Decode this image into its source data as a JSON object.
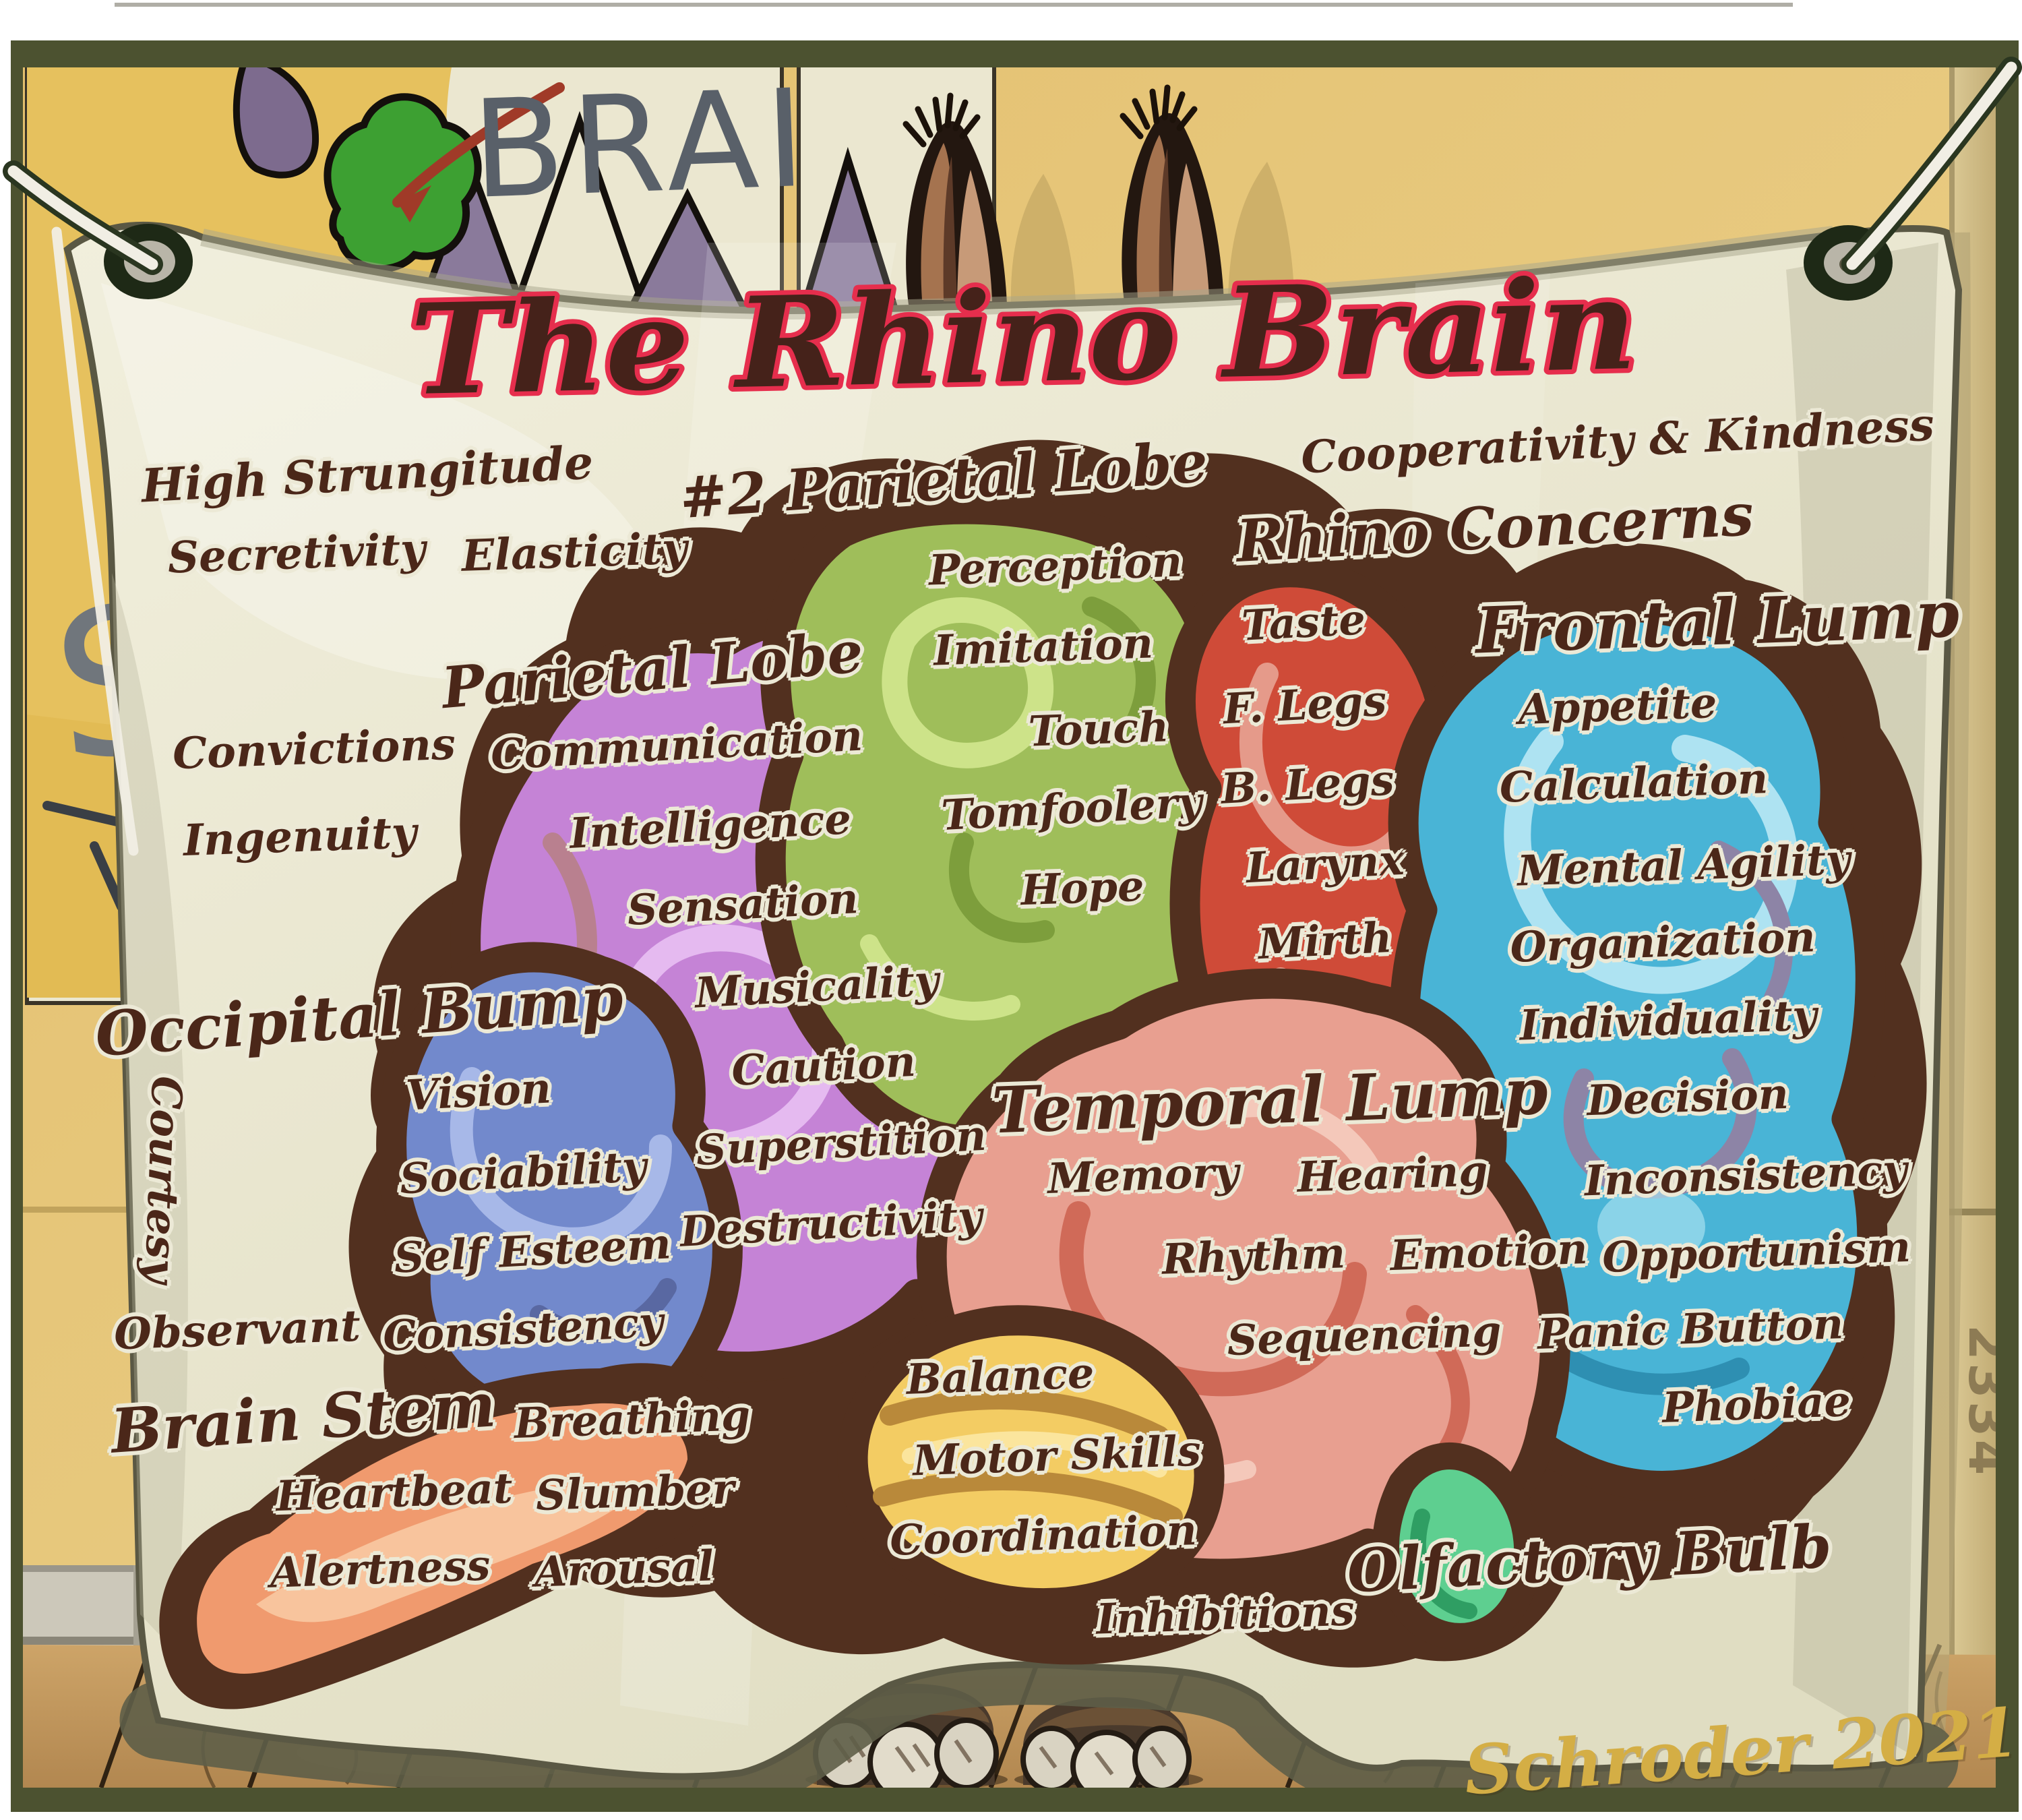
{
  "scene": {
    "title": "The Rhino Brain",
    "signature": "Schroder 2021",
    "wall_number": "2334",
    "back_poster_word": "BRAIN",
    "side_poster_letter": "S"
  },
  "floating_traits": {
    "high_strungitude": "High Strungitude",
    "secretivity": "Secretivity",
    "elasticity": "Elasticity",
    "cooperativity": "Cooperativity & Kindness",
    "convictions": "Convictions",
    "ingenuity": "Ingenuity",
    "courtesy": "Courtesy",
    "observant": "Observant"
  },
  "regions": {
    "parietal2": {
      "title": "#2 Parietal Lobe",
      "items": [
        "Perception",
        "Imitation",
        "Touch",
        "Tomfoolery",
        "Hope"
      ]
    },
    "rhino_concerns": {
      "title": "Rhino Concerns",
      "items": [
        "Taste",
        "F. Legs",
        "B. Legs",
        "Larynx",
        "Mirth"
      ]
    },
    "frontal": {
      "title": "Frontal Lump",
      "items": [
        "Appetite",
        "Calculation",
        "Mental Agility",
        "Organization",
        "Individuality",
        "Decision",
        "Inconsistency",
        "Opportunism",
        "Panic Button",
        "Phobiae"
      ]
    },
    "parietal": {
      "title": "Parietal Lobe",
      "items": [
        "Communication",
        "Intelligence",
        "Sensation",
        "Musicality",
        "Caution",
        "Superstition",
        "Destructivity"
      ]
    },
    "occipital": {
      "title": "Occipital Bump",
      "items": [
        "Vision",
        "Sociability",
        "Self Esteem",
        "Consistency"
      ]
    },
    "temporal": {
      "title": "Temporal Lump",
      "items": [
        "Memory",
        "Hearing",
        "Rhythm",
        "Emotion",
        "Sequencing"
      ]
    },
    "brain_stem": {
      "title": "Brain Stem",
      "items": [
        "Breathing",
        "Heartbeat",
        "Slumber",
        "Alertness",
        "Arousal"
      ]
    },
    "cerebellum": {
      "items": [
        "Balance",
        "Motor Skills",
        "Coordination",
        "Inhibitions"
      ]
    },
    "olfactory": {
      "title": "Olfactory Bulb"
    }
  },
  "colors": {
    "banner": "#e9e6cf",
    "outline_brown": "#52301f",
    "title_fill": "#45221a",
    "title_stroke": "#e62e4d",
    "label_text": "#4b2719",
    "wall": "#e6c67c",
    "floor": "#c49a5e",
    "frame": "#4c5230",
    "signature": "#d4ae45",
    "lobe_green": "#9fbe5a",
    "lobe_purple": "#c583d6",
    "lobe_red": "#cf4b38",
    "lobe_blue": "#49b4d6",
    "lobe_salmon": "#e89f90",
    "lobe_occipital": "#7289cc",
    "lobe_yellow": "#f3cc63",
    "brain_stem_orange": "#f09a6e",
    "olfactory_green": "#5ecf90"
  }
}
